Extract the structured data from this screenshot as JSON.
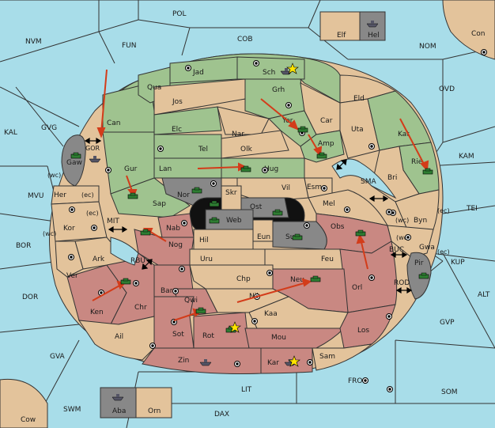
{
  "colors": {
    "sea": "#a8dde9",
    "neutral": "#e3c39b",
    "green": "#9fc38f",
    "red": "#c98882",
    "gray": "#888888",
    "arrow": "#d33c1a",
    "border": "#333333"
  },
  "seas": {
    "POL": "POL",
    "NVM": "NVM",
    "FUN": "FUN",
    "COB": "COB",
    "NOM": "NOM",
    "OVD": "OVD",
    "KAL": "KAL",
    "GVG": "GVG",
    "KAM": "KAM",
    "TEI": "TEI",
    "MVU": "MVU",
    "BOR": "BOR",
    "DOR": "DOR",
    "KUP": "KUP",
    "ALT": "ALT",
    "GVP": "GVP",
    "GVA": "GVA",
    "FRO": "FRO",
    "SOM": "SOM",
    "LIT": "LIT",
    "SWM": "SWM",
    "DAX": "DAX",
    "SMA": "SMA",
    "MIT": "MIT",
    "RBU": "RBU",
    "BUC": "BUC",
    "ROD": "ROD",
    "GOR": "GOR"
  },
  "lands": {
    "Con": "Con",
    "Cow": "Cow",
    "Elf": "Elf",
    "Hel": "Hel",
    "Aba": "Aba",
    "Orn": "Orn",
    "Jad": "Jad",
    "Sch": "Sch",
    "Qua": "Qua",
    "Jos": "Jos",
    "Grh": "Grh",
    "Eld": "Eld",
    "Can": "Can",
    "Car": "Car",
    "Yor": "Yor",
    "Uta": "Uta",
    "Kat": "Kat",
    "Elc": "Elc",
    "Nar": "Nar",
    "Tel": "Tel",
    "Olk": "Olk",
    "Amp": "Amp",
    "Gaw": "Gaw",
    "Gur": "Gur",
    "Lan": "Lan",
    "Hug": "Hug",
    "Rie": "Rie",
    "Bri": "Bri",
    "Nor": "Nor",
    "Vil": "Vil",
    "Esm": "Esm",
    "Her": "Her",
    "Sap": "Sap",
    "Skr": "Skr",
    "Ost": "Ost",
    "Mel": "Mel",
    "Byn": "Byn",
    "Web": "Web",
    "Kor": "Kor",
    "Nab": "Nab",
    "Eun": "Eun",
    "Obs": "Obs",
    "Sun": "Sun",
    "Hil": "Hil",
    "Nog": "Nog",
    "Gwa": "Gwa",
    "Ark": "Ark",
    "Uru": "Uru",
    "Feu": "Feu",
    "Pir": "Pir",
    "Ver": "Ver",
    "Chp": "Chp",
    "Bar": "Bar",
    "Neu": "Neu",
    "Orl": "Orl",
    "Qwi": "Qwi",
    "Nil": "Nil",
    "Ken": "Ken",
    "Chr": "Chr",
    "Kaa": "Kaa",
    "Sot": "Sot",
    "Rot": "Rot",
    "Ail": "Ail",
    "Mou": "Mou",
    "Los": "Los",
    "Zin": "Zin",
    "Kar": "Kar",
    "Sam": "Sam"
  },
  "coasts": {
    "wc1": "(wc)",
    "ec1": "(ec)",
    "ec2": "(ec)",
    "wc2": "(wc)",
    "wc3": "(wc)",
    "ec3": "(ec)",
    "wc4": "(wc)",
    "ec4": "(ec)"
  }
}
